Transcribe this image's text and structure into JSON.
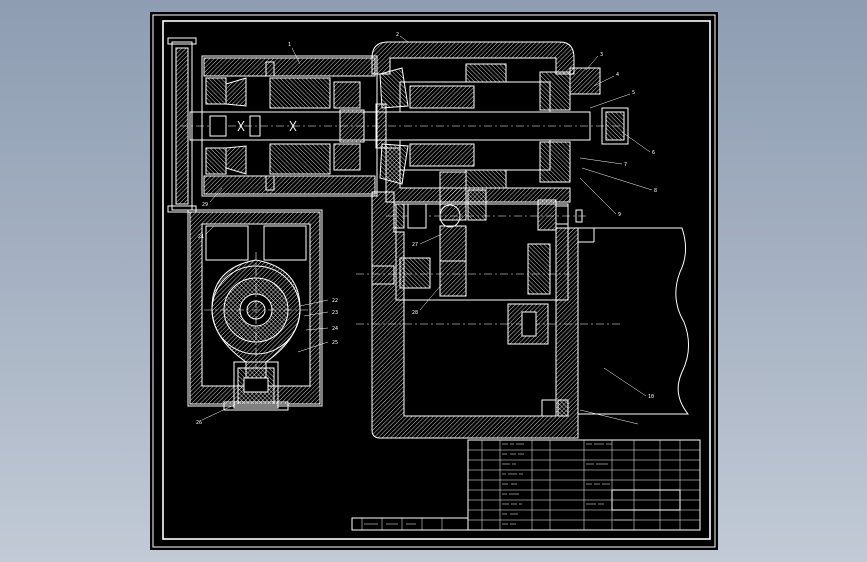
{
  "drawing": {
    "type": "mechanical-assembly",
    "background": "#000000",
    "line_color": "#ffffff",
    "viewer_background": "#9aa7ba"
  },
  "callouts": {
    "top": [
      "1",
      "2",
      "3",
      "4"
    ],
    "right": [
      "5",
      "6",
      "7",
      "8",
      "9",
      "10"
    ],
    "left": [
      "21",
      "22",
      "23",
      "24",
      "25",
      "26",
      "27",
      "28",
      "29"
    ]
  }
}
